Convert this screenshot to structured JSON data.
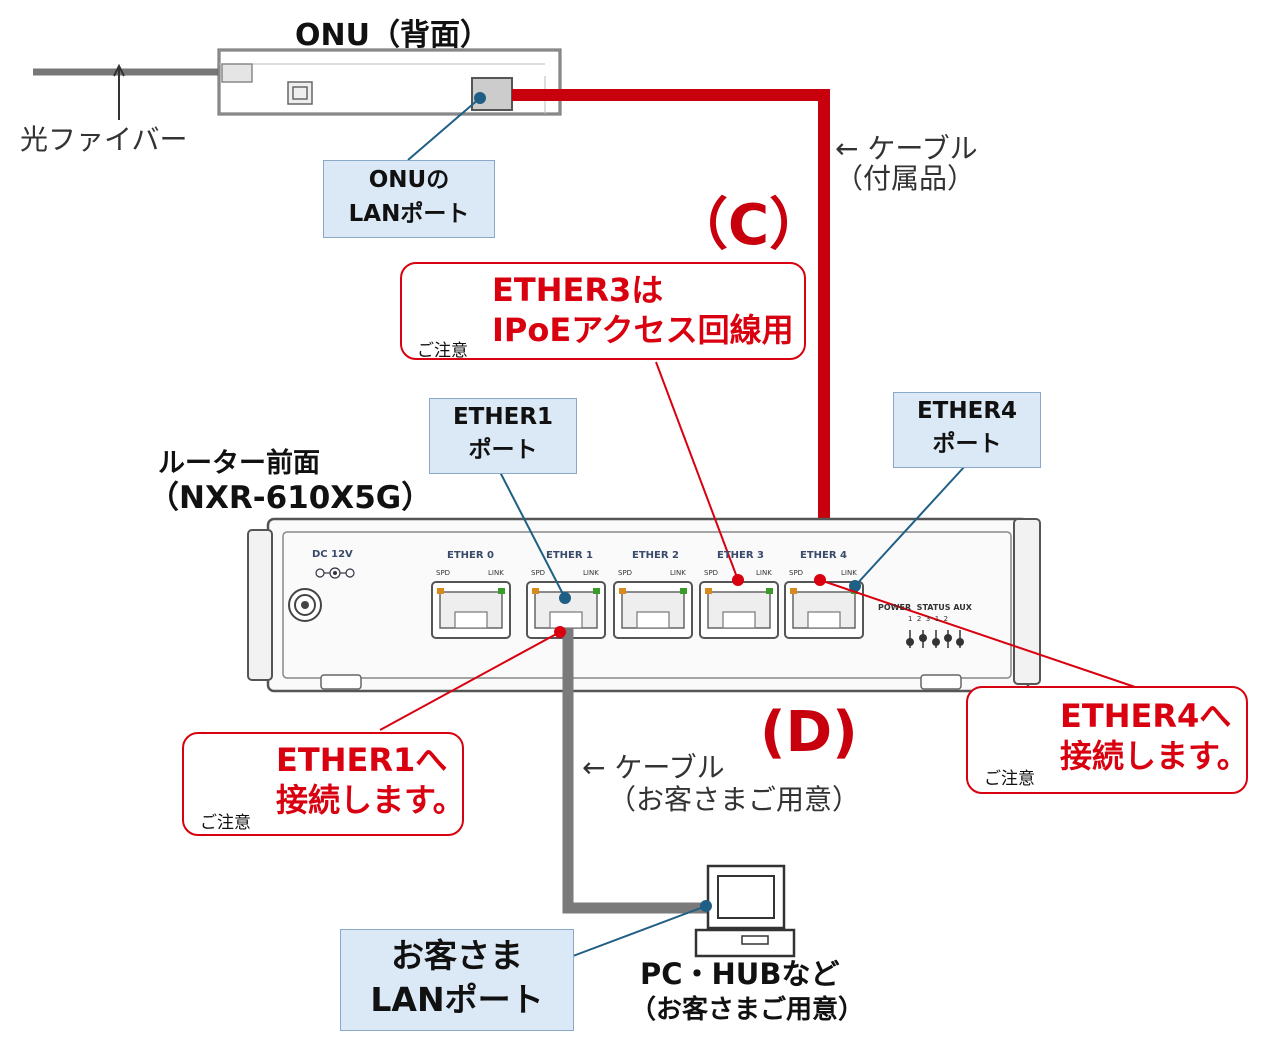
{
  "onu": {
    "title": "ONU（背面）",
    "lan_port_label_line1": "ONUの",
    "lan_port_label_line2": "LANポート"
  },
  "fiber_label": "光ファイバー",
  "cable_c": {
    "label_line1": "← ケーブル",
    "label_line2": "（付属品）",
    "marker": "（C）"
  },
  "cable_d": {
    "label_line1": "← ケーブル",
    "label_line2": "（お客さまご用意）",
    "marker": "(D)"
  },
  "router": {
    "title_line1": "ルーター前面",
    "title_line2": "（NXR-610X5G）",
    "dc_label": "DC 12V",
    "ports": [
      "ETHER 0",
      "ETHER 1",
      "ETHER 2",
      "ETHER 3",
      "ETHER 4"
    ],
    "spd": "SPD",
    "link": "LINK",
    "status_label": "POWER  STATUS AUX",
    "status_numbers": "1  2  3  1  2"
  },
  "ether1_box": {
    "line1": "ETHER1",
    "line2": "ポート"
  },
  "ether4_box": {
    "line1": "ETHER4",
    "line2": "ポート"
  },
  "alerts": {
    "ether3": {
      "line1": "ETHER3は",
      "line2": "IPoEアクセス回線用",
      "caution": "ご注意"
    },
    "ether1": {
      "line1": "ETHER1へ",
      "line2": "接続します。",
      "caution": "ご注意"
    },
    "ether4": {
      "line1": "ETHER4へ",
      "line2": "接続します。",
      "caution": "ご注意"
    }
  },
  "customer_lan": {
    "line1": "お客さま",
    "line2": "LANポート"
  },
  "pc": {
    "label_line1": "PC・HUBなど",
    "label_line2": "（お客さまご用意）"
  },
  "colors": {
    "red_cable": "#c8000d",
    "gray_cable": "#7a7a7a",
    "alert_red": "#d9000f",
    "box_blue": "#dbe8f5",
    "leader_line": "#1f5f85"
  }
}
